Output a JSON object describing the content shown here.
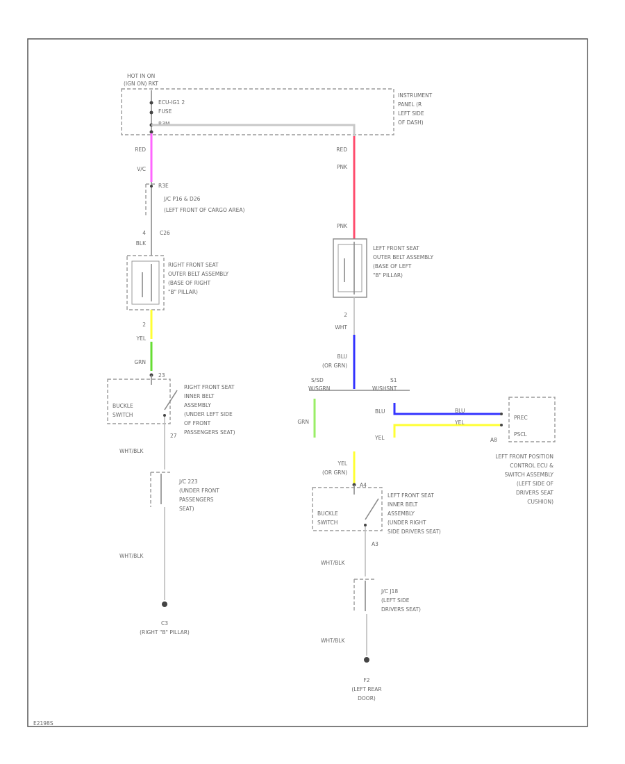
{
  "figure_id": "E2198S",
  "colors": {
    "pink": "#ff66ff",
    "red": "#ff4d6d",
    "yellow": "#ffff33",
    "green": "#66dd33",
    "light_green": "#99ee66",
    "blue": "#3333ff",
    "frame": "#555555"
  },
  "labels": {
    "hot": "HOT IN ON",
    "hot2": "(IGN ON) RKT",
    "fuse_name": "ECU-IG1 2",
    "fuse": "FUSE",
    "fuse_pin": "R3M",
    "instrument": [
      "INSTRUMENT",
      "PANEL (R",
      "LEFT SIDE",
      "OF DASH)"
    ],
    "red_top": "RED",
    "vc": "V/C",
    "jc_pin": "R3E",
    "jc_name": "J/C P16 & D26",
    "jc_loc": "(LEFT FRONT OF CARGO AREA)",
    "pin4": "4",
    "c26": "C26",
    "blk": "BLK",
    "rfo": [
      "RIGHT FRONT SEAT",
      "OUTER BELT ASSEMBLY",
      "(BASE OF RIGHT",
      "\"B\" PILLAR)"
    ],
    "pin2a": "2",
    "yel": "YEL",
    "grn": "GRN",
    "pin23": "23",
    "buckle": [
      "BUCKLE",
      "SWITCH"
    ],
    "rfi": [
      "RIGHT FRONT SEAT",
      "INNER BELT",
      "ASSEMBLY",
      "(UNDER LEFT SIDE",
      "OF FRONT",
      "PASSENGERS SEAT)"
    ],
    "pin27": "27",
    "wht_blk": "WHT/BLK",
    "jc223": [
      "J/C 223",
      "(UNDER FRONT",
      "PASSENGERS",
      "SEAT)"
    ],
    "wht_blk2": "WHT/BLK",
    "ground_c3": "C3",
    "ground_c3_loc": "(RIGHT \"B\" PILLAR)",
    "red_right": "RED",
    "pnk": "PNK",
    "pnk2": "PNK",
    "lfo": [
      "LEFT FRONT SEAT",
      "OUTER BELT ASSEMBLY",
      "(BASE OF LEFT",
      "\"B\" PILLAR)"
    ],
    "pin2b": "2",
    "wht": "WHT",
    "blu": "BLU",
    "or_grn": "(OR GRN)",
    "sig_left": "S/SD",
    "sig_left2": "W/SGRN",
    "sig_right": "S1",
    "sig_right2": "W/SHSNT",
    "grn2": "GRN",
    "blu2": "BLU",
    "yel2": "YEL",
    "blu_pin": "BLU",
    "yel_pin": "YEL",
    "presc": "PREC",
    "presl": "PSCL",
    "a8": "A8",
    "ecu": [
      "LEFT FRONT POSITION",
      "CONTROL ECU &",
      "SWITCH ASSEMBLY",
      "(LEFT SIDE OF",
      "DRIVERS SEAT",
      "CUSHION)"
    ],
    "yel3": "YEL",
    "or_grn2": "(OR GRN)",
    "a4": "A4",
    "buckle2": [
      "BUCKLE",
      "SWITCH"
    ],
    "lfi": [
      "LEFT FRONT SEAT",
      "INNER BELT",
      "ASSEMBLY",
      "(UNDER RIGHT",
      "SIDE DRIVERS SEAT)"
    ],
    "a3": "A3",
    "wht_blk3": "WHT/BLK",
    "jcj18": [
      "J/C J18",
      "(LEFT SIDE",
      "DRIVERS SEAT)"
    ],
    "wht_blk4": "WHT/BLK",
    "ground_f2": "F2",
    "ground_f2_loc": [
      "(LEFT REAR",
      "DOOR)"
    ]
  }
}
